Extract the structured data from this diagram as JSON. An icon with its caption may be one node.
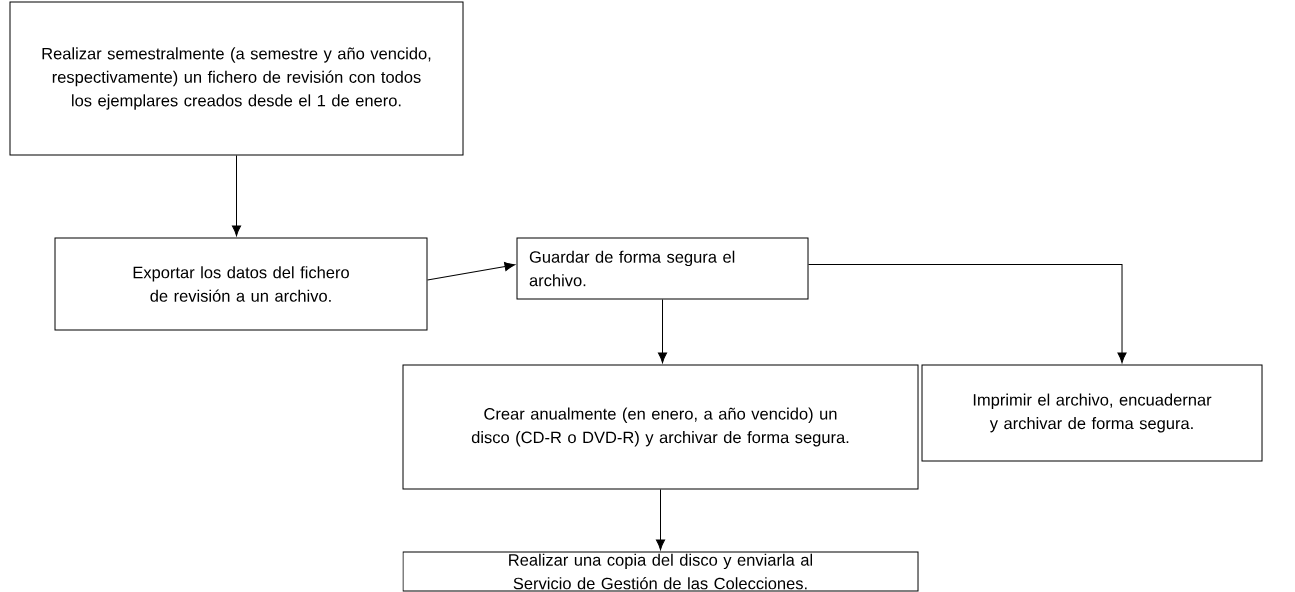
{
  "diagram": {
    "nodes": [
      {
        "text": [
          "Realizar semestralmente (a semestre y año vencido, respectivamente) un fichero de revisión con todos los ejemplares creados desde el 1 de enero."
        ]
      },
      {
        "text": [
          "Exportar los datos del fichero de revisión a un archivo."
        ]
      },
      {
        "text": [
          "Guardar de forma segura el archivo."
        ]
      },
      {
        "text": [
          "Crear anualmente (en enero, a año vencido) un disco (CD-R o DVD-R) y archivar de forma segura."
        ]
      },
      {
        "text": [
          "Imprimir el archivo, encuadernar y archivar de forma segura."
        ]
      },
      {
        "text": [
          "Realizar una copia del disco y enviarla al Servicio de Gestión de las Colecciones."
        ]
      }
    ],
    "edges": [
      {
        "from": 0,
        "to": 1,
        "arrow": "to"
      },
      {
        "from": 1,
        "to": 2,
        "arrow": "to"
      },
      {
        "from": 2,
        "to": 3,
        "arrow": "to"
      },
      {
        "from": 2,
        "to": 4,
        "arrow": "to"
      },
      {
        "from": 3,
        "to": 5,
        "arrow": "to"
      }
    ]
  }
}
